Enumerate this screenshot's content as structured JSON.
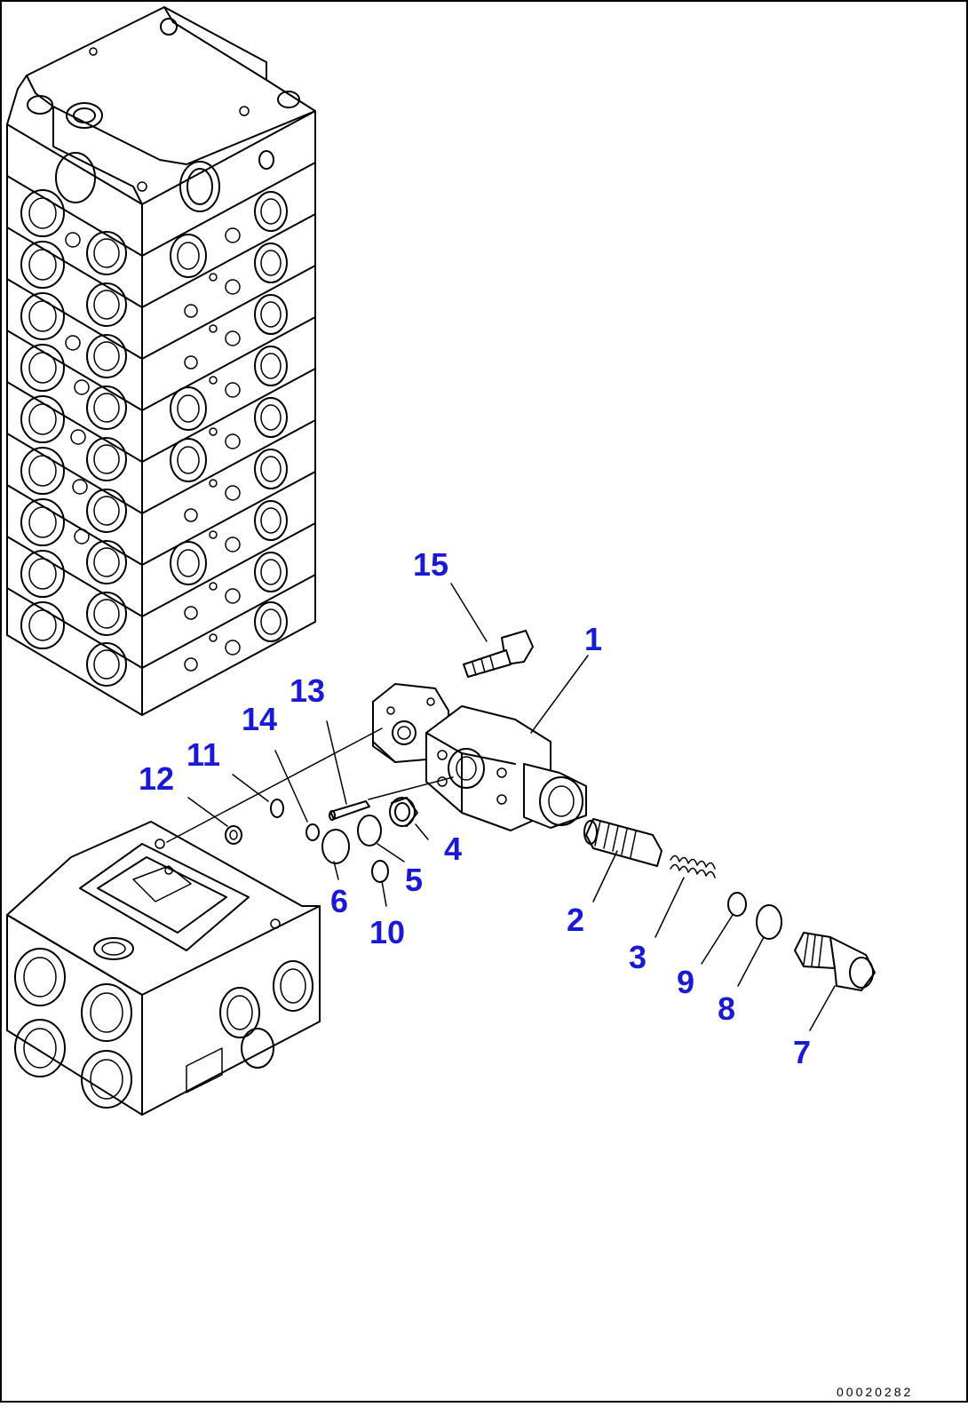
{
  "colors": {
    "callout": "#1a1ad4",
    "line": "#000000",
    "background": "#ffffff"
  },
  "callouts": [
    {
      "id": "1",
      "label": "1"
    },
    {
      "id": "2",
      "label": "2"
    },
    {
      "id": "3",
      "label": "3"
    },
    {
      "id": "4",
      "label": "4"
    },
    {
      "id": "5",
      "label": "5"
    },
    {
      "id": "6",
      "label": "6"
    },
    {
      "id": "7",
      "label": "7"
    },
    {
      "id": "8",
      "label": "8"
    },
    {
      "id": "9",
      "label": "9"
    },
    {
      "id": "10",
      "label": "10"
    },
    {
      "id": "11",
      "label": "11"
    },
    {
      "id": "12",
      "label": "12"
    },
    {
      "id": "13",
      "label": "13"
    },
    {
      "id": "14",
      "label": "14"
    },
    {
      "id": "15",
      "label": "15"
    }
  ],
  "document_number": "00020282"
}
